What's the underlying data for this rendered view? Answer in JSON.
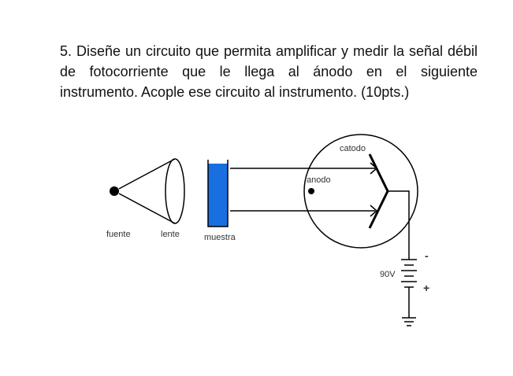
{
  "question": {
    "line1": "5. Diseñe un circuito que permita amplificar y medir la señal débil",
    "line2": "de fotocorriente que le llega al ánodo en el siguiente",
    "line3": "instrumento.  Acople ese circuito al instrumento. (10pts.)"
  },
  "diagram": {
    "labels": {
      "fuente": "fuente",
      "lente": "lente",
      "muestra": "muestra",
      "catodo": "catodo",
      "anodo": "anodo",
      "voltage": "90V",
      "minus": "-",
      "plus": "+"
    },
    "colors": {
      "liquid": "#1a6fe0",
      "stroke": "#000000"
    }
  }
}
